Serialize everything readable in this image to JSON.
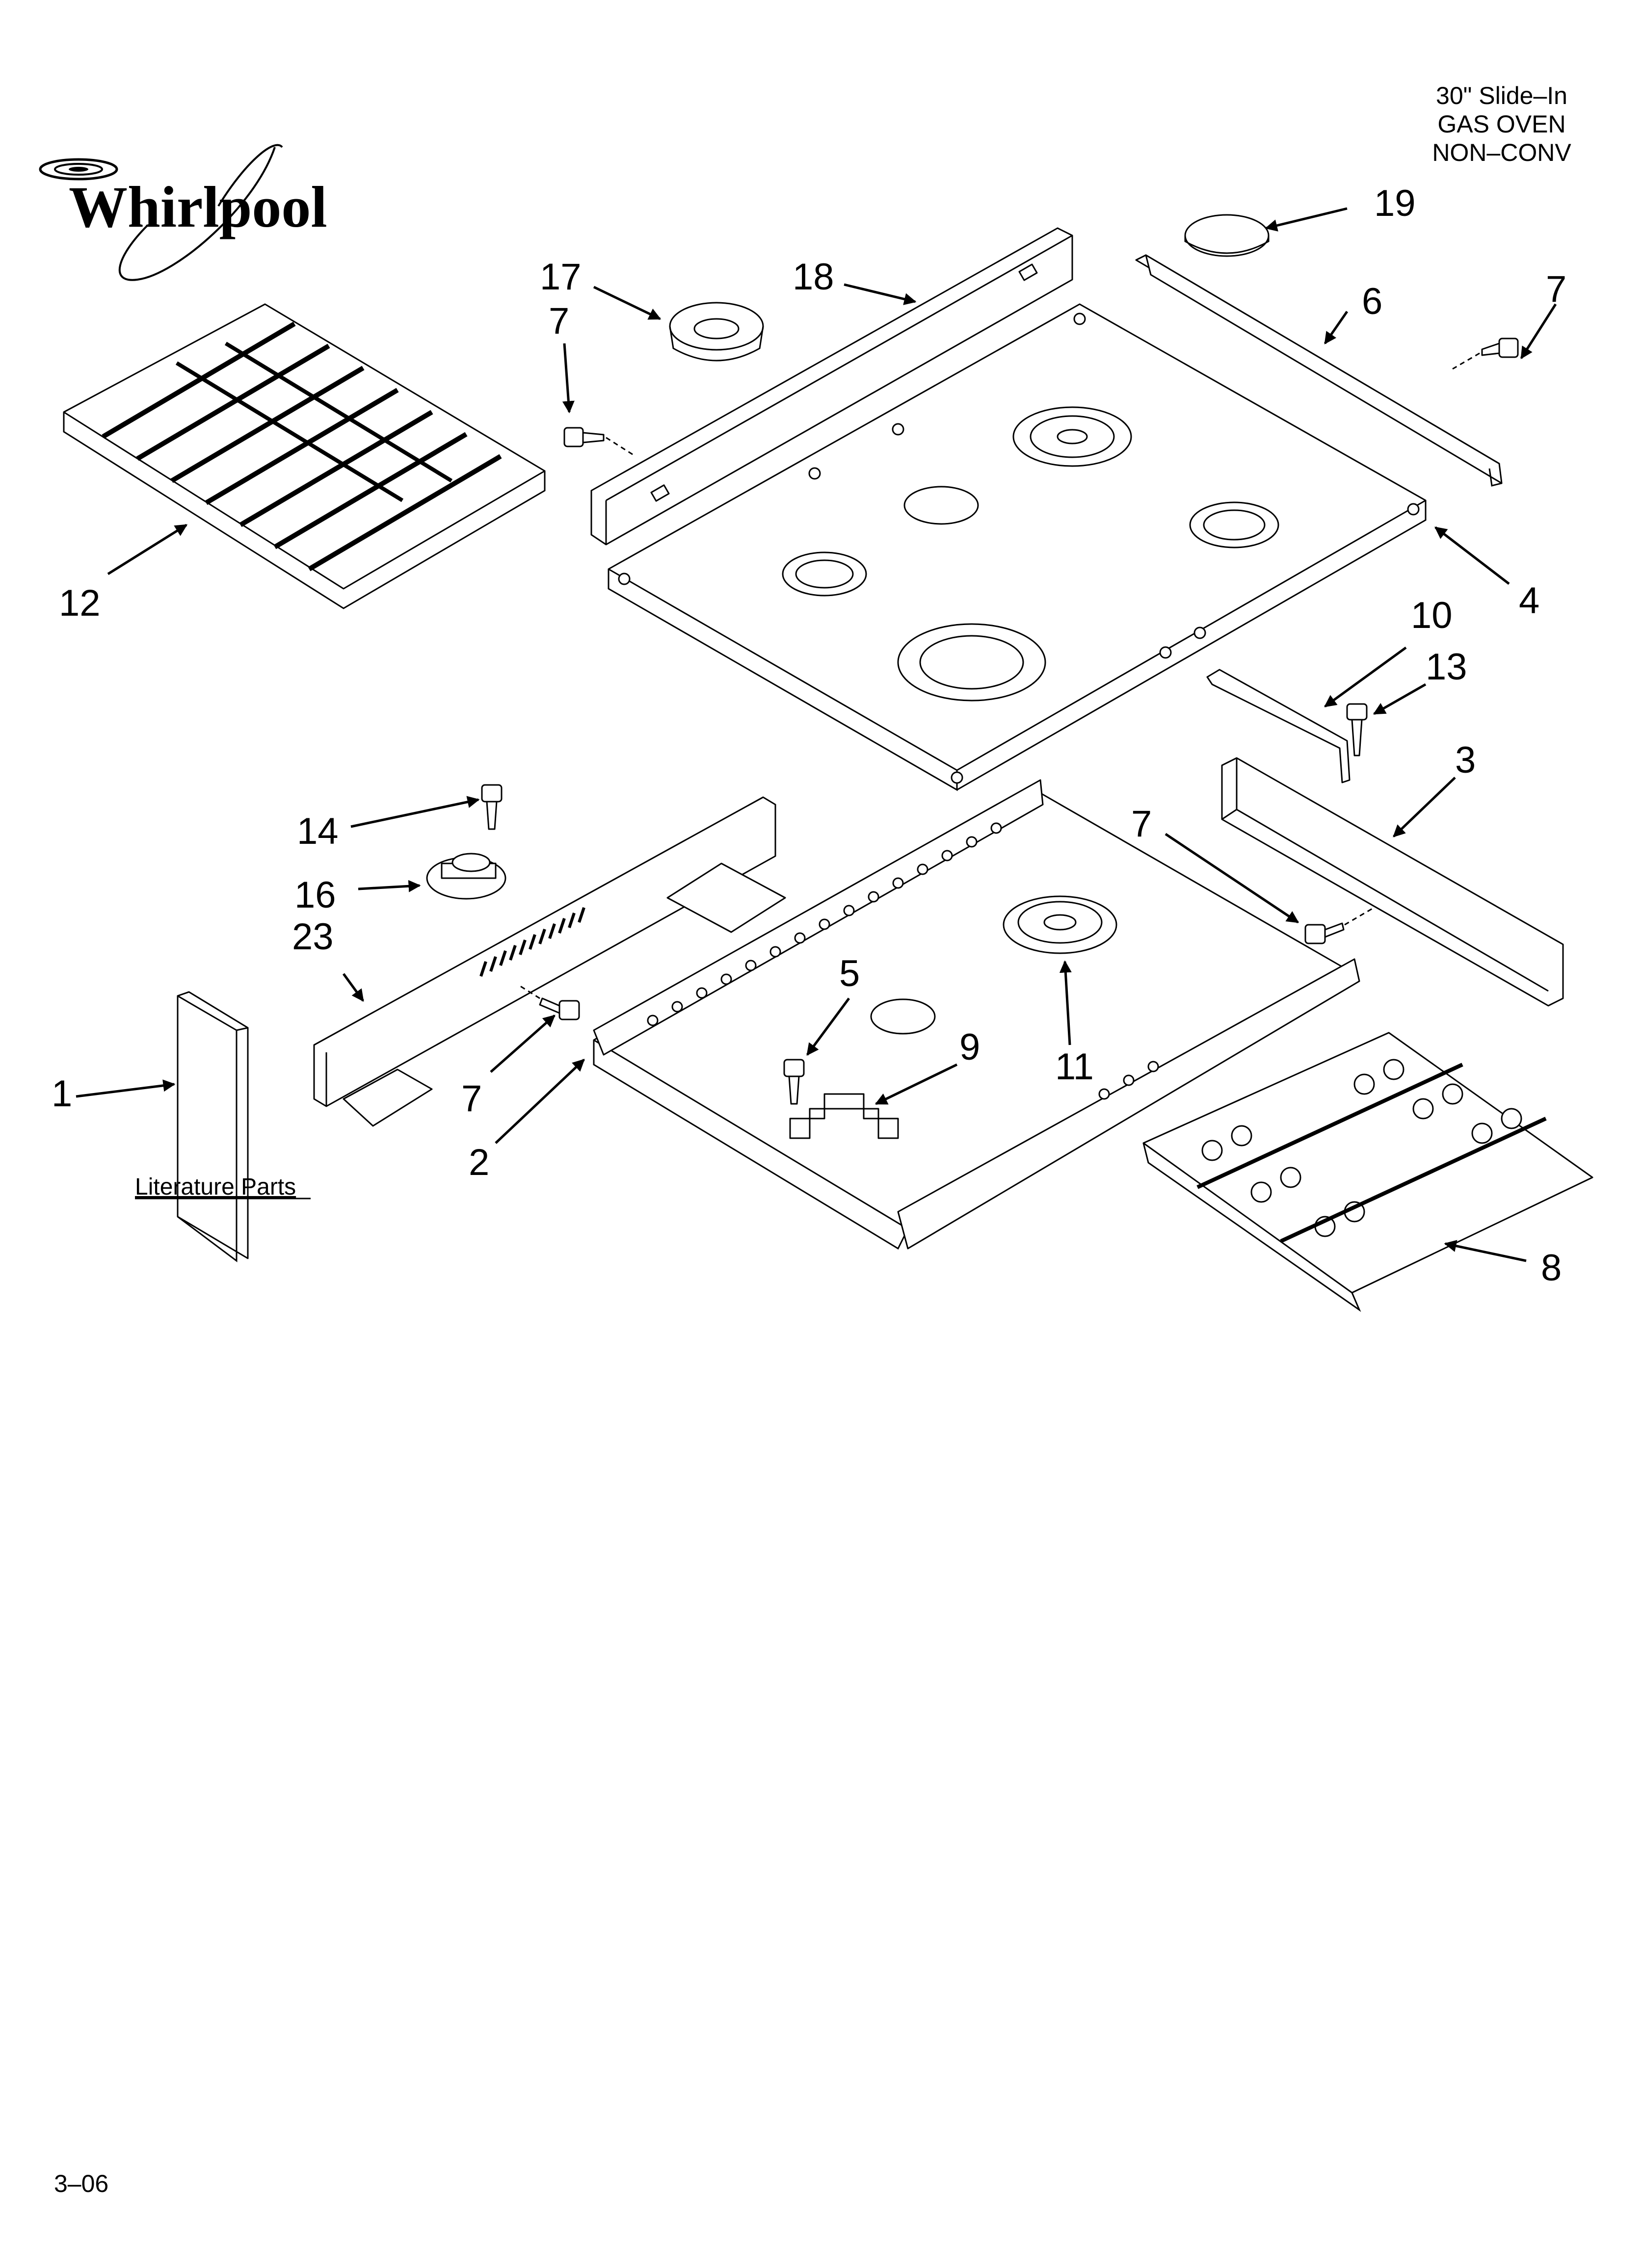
{
  "brand": {
    "logo_text": "Whirlpool"
  },
  "header": {
    "line1": "30\" Slide–In",
    "line2": "GAS OVEN",
    "line3": "NON–CONV"
  },
  "literature_label": "Literature Parts",
  "footer_code": "3–06",
  "callouts": [
    {
      "id": "c-19",
      "text": "19"
    },
    {
      "id": "c-17",
      "text": "17"
    },
    {
      "id": "c-7a",
      "text": "7"
    },
    {
      "id": "c-18",
      "text": "18"
    },
    {
      "id": "c-6",
      "text": "6"
    },
    {
      "id": "c-7b",
      "text": "7"
    },
    {
      "id": "c-12",
      "text": "12"
    },
    {
      "id": "c-4",
      "text": "4"
    },
    {
      "id": "c-10",
      "text": "10"
    },
    {
      "id": "c-13",
      "text": "13"
    },
    {
      "id": "c-3",
      "text": "3"
    },
    {
      "id": "c-14",
      "text": "14"
    },
    {
      "id": "c-16",
      "text": "16"
    },
    {
      "id": "c-23",
      "text": "23"
    },
    {
      "id": "c-7c",
      "text": "7"
    },
    {
      "id": "c-5",
      "text": "5"
    },
    {
      "id": "c-9",
      "text": "9"
    },
    {
      "id": "c-11",
      "text": "11"
    },
    {
      "id": "c-1",
      "text": "1"
    },
    {
      "id": "c-7d",
      "text": "7"
    },
    {
      "id": "c-2",
      "text": "2"
    },
    {
      "id": "c-8",
      "text": "8"
    }
  ]
}
